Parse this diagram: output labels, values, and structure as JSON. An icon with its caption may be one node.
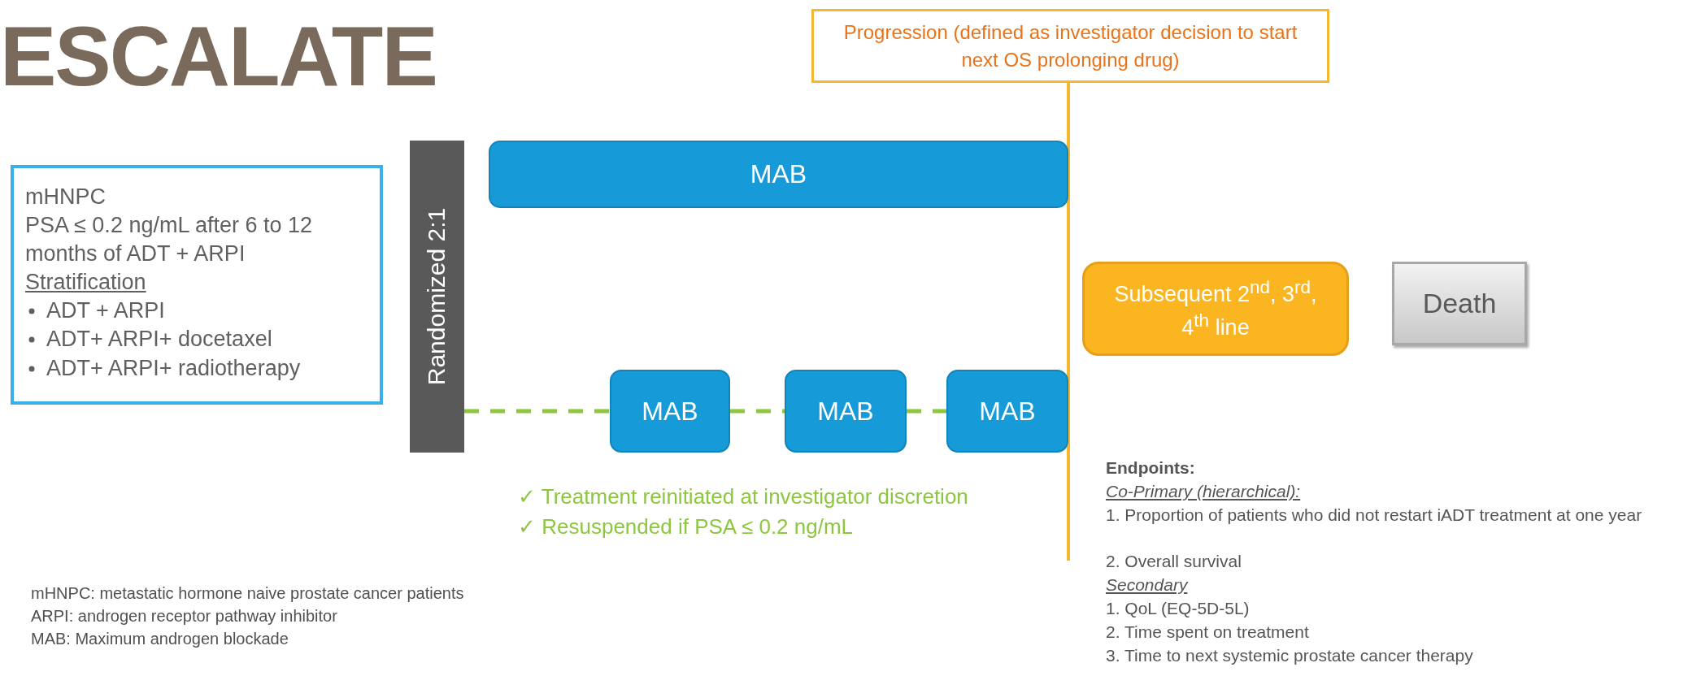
{
  "diagram": {
    "title": "ESCALATE",
    "nodes": [
      {
        "text": [
          "mHNPC",
          "PSA ≤ 0.2 ng/mL after 6 to 12 months of ADT + ARPI",
          "Stratification",
          "ADT + ARPI",
          "ADT+ ARPI+ docetaxel",
          "ADT+ ARPI+ radiotherapy"
        ]
      },
      {
        "text": [
          "Randomized 2:1"
        ]
      },
      {
        "text": [
          "MAB"
        ]
      },
      {
        "text": [
          "MAB"
        ]
      },
      {
        "text": [
          "MAB"
        ]
      },
      {
        "text": [
          "MAB"
        ]
      },
      {
        "text": [
          "Progression (defined as investigator decision to start next OS prolonging drug)"
        ]
      },
      {
        "text": [
          "Subsequent 2$^{nd}$, 3$^{rd}$, 4$^{th}$ line"
        ]
      },
      {
        "text": [
          "Death"
        ]
      }
    ],
    "edges": [
      {
        "from": 6,
        "to": null,
        "arrow": "none",
        "color": "#f5b731"
      },
      {
        "from": 1,
        "to": 3,
        "arrow": "none",
        "style": "dashed"
      },
      {
        "from": 3,
        "to": 4,
        "arrow": "none",
        "style": "dashed"
      },
      {
        "from": 4,
        "to": 5,
        "arrow": "none",
        "style": "dashed"
      }
    ],
    "labels": [
      "✓ Treatment reinitiated at investigator discretion",
      "✓ Resuspended if PSA ≤ 0.2 ng/mL",
      "mHNPC: metastatic hormone naive prostate cancer patients",
      "ARPI: androgen receptor pathway inhibitor",
      "MAB: Maximum androgen blockade",
      "Endpoints:",
      "Co-Primary (hierarchical):",
      "1. Proportion of patients who did not restart iADT treatment at one year",
      "2. Overall survival",
      "Secondary",
      "1. QoL (EQ-5D-5L)",
      "2. Time spent on treatment",
      "3. Time to next systemic prostate cancer therapy"
    ]
  }
}
